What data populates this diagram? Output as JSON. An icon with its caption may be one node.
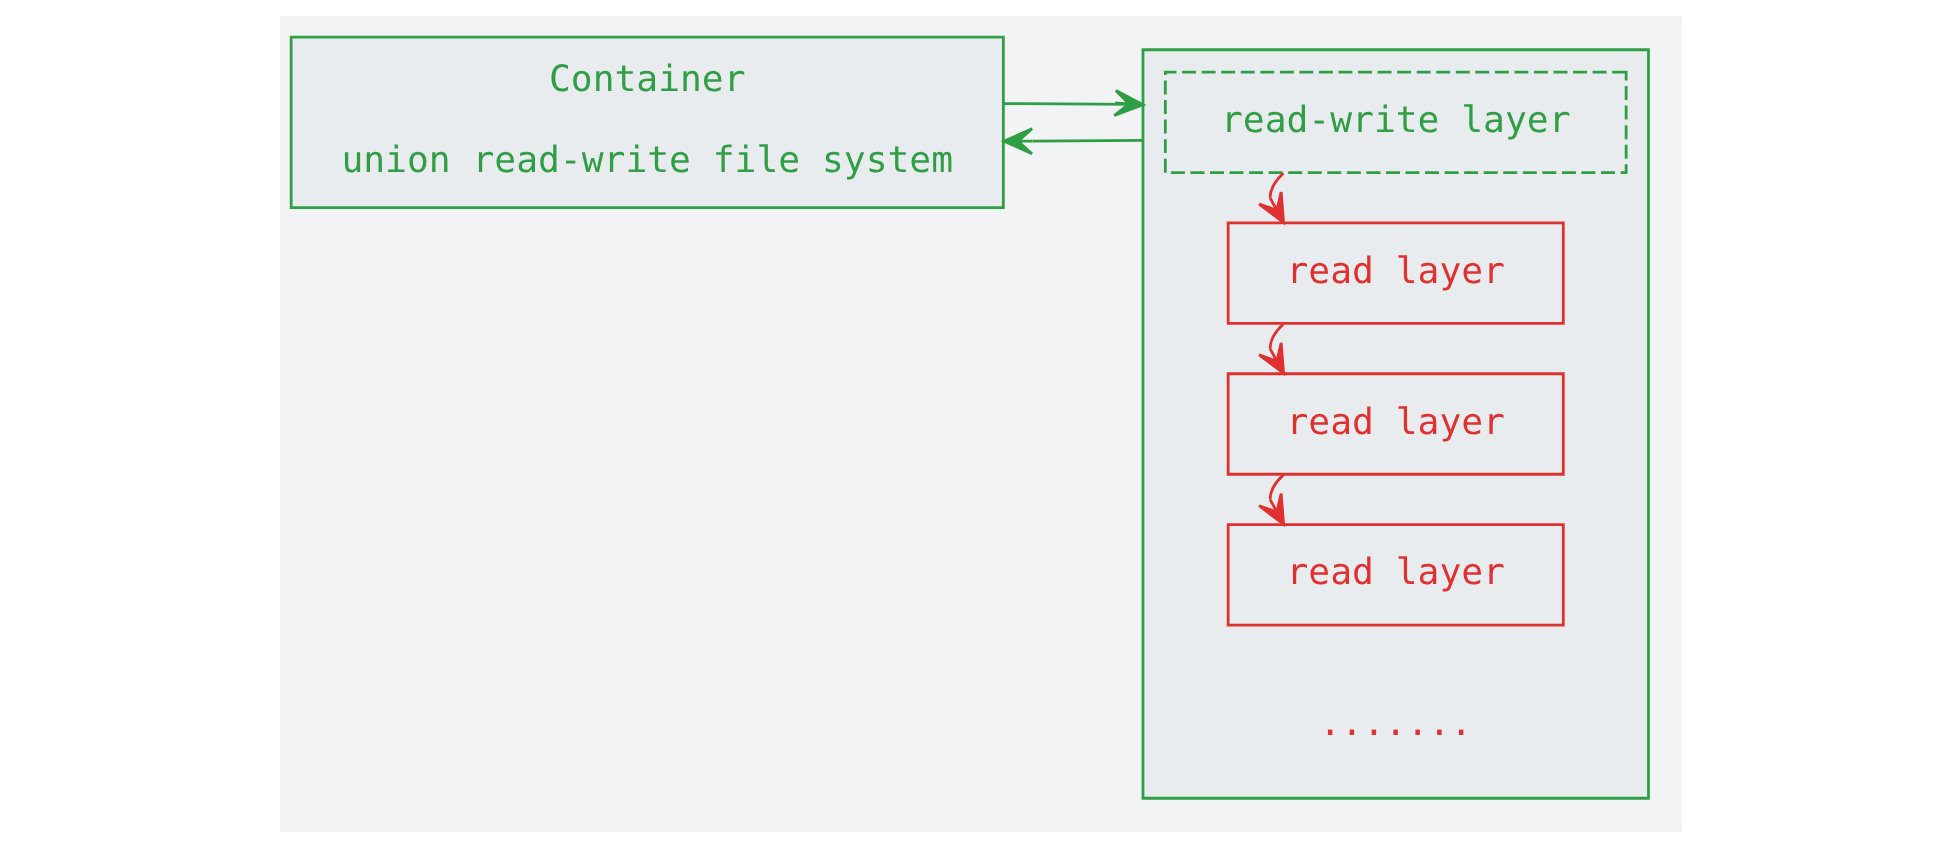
{
  "diagram": {
    "nodes": [
      {
        "text": [
          "Container",
          "union read-write file system"
        ]
      },
      {
        "text": [],
        "shape": "box"
      },
      {
        "text": [
          "read-write layer"
        ],
        "in": 1
      },
      {
        "text": [
          "read layer"
        ],
        "in": 1
      },
      {
        "text": [
          "read layer"
        ],
        "in": 1
      },
      {
        "text": [
          "read layer"
        ],
        "in": 1
      }
    ],
    "edges": [
      {
        "from": 0,
        "to": 1,
        "arrow": "to",
        "color": "#2f9e44"
      },
      {
        "from": 1,
        "to": 0,
        "arrow": "to",
        "color": "#2f9e44"
      },
      {
        "from": 2,
        "to": 3,
        "arrow": "to"
      },
      {
        "from": 3,
        "to": 4,
        "arrow": "to"
      },
      {
        "from": 4,
        "to": 5,
        "arrow": "to"
      }
    ],
    "labels": [
      "......."
    ]
  }
}
